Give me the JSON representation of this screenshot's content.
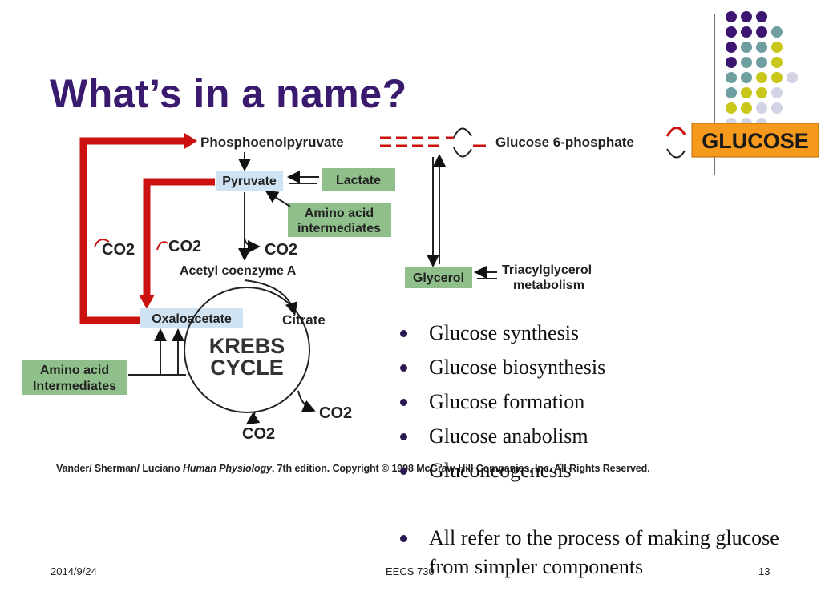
{
  "slide": {
    "title": "What’s in a name?",
    "bullets": [
      "Glucose synthesis",
      "Glucose biosynthesis",
      "Glucose formation",
      "Glucose anabolism",
      "Gluconeogenesis",
      "All refer to the process of making glucose from simpler components"
    ]
  },
  "figure": {
    "labels": {
      "pep": "Phosphoenolpyruvate",
      "g6p": "Glucose 6-phosphate",
      "glucose": "GLUCOSE",
      "pyruvate": "Pyruvate",
      "lactate": "Lactate",
      "amino_1a": "Amino acid",
      "amino_1b": "intermediates",
      "co2_a": "CO2",
      "co2_b": "CO2",
      "co2_c": "CO2",
      "acetyl": "Acetyl coenzyme A",
      "glycerol": "Glycerol",
      "triacyl_a": "Triacylglycerol",
      "triacyl_b": "metabolism",
      "oxaloacetate": "Oxaloacetate",
      "citrate": "Citrate",
      "krebs_a": "KREBS",
      "krebs_b": "CYCLE",
      "amino_2a": "Amino acid",
      "amino_2b": "Intermediates",
      "co2_d": "CO2",
      "co2_e": "CO2"
    },
    "caption_pre": "Vander/ Sherman/ Luciano ",
    "caption_book": "Human Physiology",
    "caption_post": ", 7th edition. Copyright © 1998 McGraw-Hill Companies, Inc. All Rights Reserved.",
    "colors": {
      "pathway_red": "#cc1111",
      "box_green": "#8fbf8a",
      "box_blue": "#cfe3f2",
      "glucose_orange": "#f59a1c"
    }
  },
  "decor": {
    "dot_colors": [
      "#3c1670",
      "#6f9ea0",
      "#c9c81a",
      "#d3d3e6"
    ]
  },
  "footer": {
    "date": "2014/9/24",
    "course": "EECS 730",
    "page": "13"
  }
}
